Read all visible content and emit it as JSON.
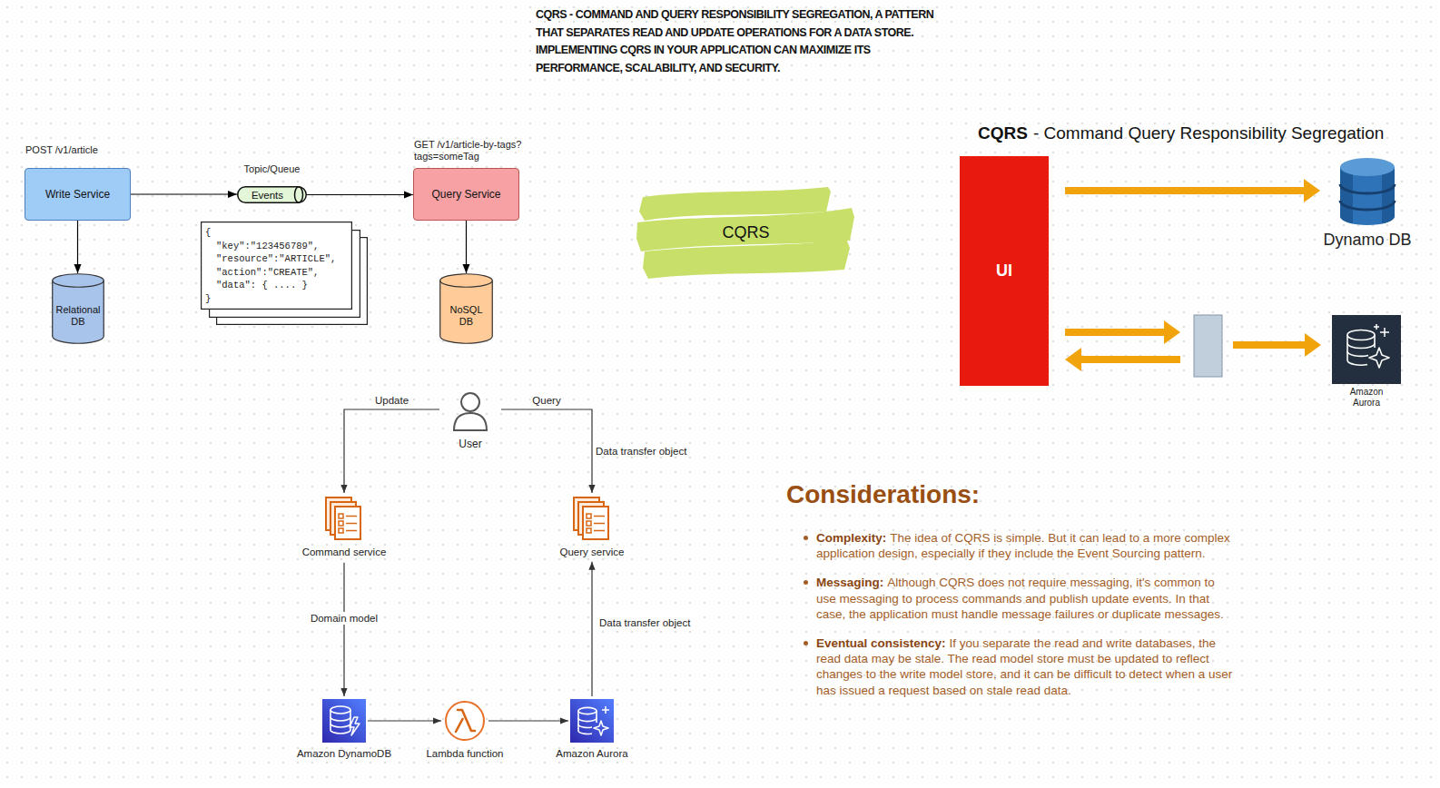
{
  "diagram": {
    "title": "CQRS - COMMAND AND QUERY RESPONSIBILITY SEGREGATION, A PATTERN THAT SEPARATES READ AND UPDATE OPERATIONS FOR A DATA STORE. IMPLEMENTING CQRS IN YOUR APPLICATION CAN MAXIMIZE ITS PERFORMANCE, SCALABILITY, AND SECURITY.",
    "nodes": [
      {
        "text": [
          "POST /v1/article",
          "Write Service"
        ]
      },
      {
        "text": [
          "Topic/Queue",
          "Events"
        ]
      },
      {
        "text": [
          "GET /v1/article-by-tags? tags=someTag",
          "Query Service"
        ]
      },
      {
        "text": [
          "{",
          "\"key\":\"123456789\",",
          "\"resource\":\"ARTICLE\",",
          "\"action\":\"CREATE\",",
          "\"data\": { .... }",
          "}"
        ]
      },
      {
        "text": [
          "Relational DB"
        ]
      },
      {
        "text": [
          "NoSQL DB"
        ]
      },
      {
        "text": [
          "CQRS"
        ]
      },
      {
        "text": [
          "UI"
        ]
      },
      {
        "text": [
          "Dynamo DB"
        ]
      },
      {
        "text": [
          "Amazon Aurora"
        ]
      },
      {
        "text": [
          "User"
        ]
      },
      {
        "text": [
          "Command service"
        ]
      },
      {
        "text": [
          "Query service"
        ]
      },
      {
        "text": [
          "Amazon DynamoDB"
        ]
      },
      {
        "text": [
          "Lambda function"
        ]
      },
      {
        "text": [
          "Amazon Aurora"
        ]
      }
    ],
    "edges": [
      {
        "from": 0,
        "to": 1,
        "arrow": "to"
      },
      {
        "from": 1,
        "to": 2,
        "arrow": "to"
      },
      {
        "from": 0,
        "to": 4,
        "arrow": "to"
      },
      {
        "from": 2,
        "to": 5,
        "arrow": "to"
      },
      {
        "from": 7,
        "to": 8,
        "arrow": "to"
      },
      {
        "from": 10,
        "to": 11,
        "label": "Update",
        "arrow": "to"
      },
      {
        "from": 10,
        "to": 12,
        "label": "Query",
        "arrow": "to"
      },
      {
        "from": 11,
        "to": 13,
        "label": "Domain model",
        "arrow": "to"
      },
      {
        "from": 13,
        "to": 14,
        "arrow": "to"
      },
      {
        "from": 14,
        "to": 15,
        "arrow": "to"
      },
      {
        "from": 15,
        "to": 12,
        "label": "Data transfer object",
        "arrow": "to"
      }
    ],
    "labels": [
      "CQRS",
      "- Command Query Responsibility Segregation",
      "Data transfer object",
      "Considerations:",
      "Complexity:",
      "The idea of CQRS is simple. But it can lead to a more complex application design, especially if they include the Event Sourcing pattern.",
      "Messaging:",
      "Although CQRS does not require messaging, it's common to use messaging to process commands and publish update events. In that case, the application must handle message failures or duplicate messages.",
      "Eventual consistency:",
      "If you separate the read and write databases, the read data may be stale. The read model store must be updated to reflect changes to the write model store, and it can be difficult to detect when a user has issued a request based on stale read data."
    ]
  }
}
